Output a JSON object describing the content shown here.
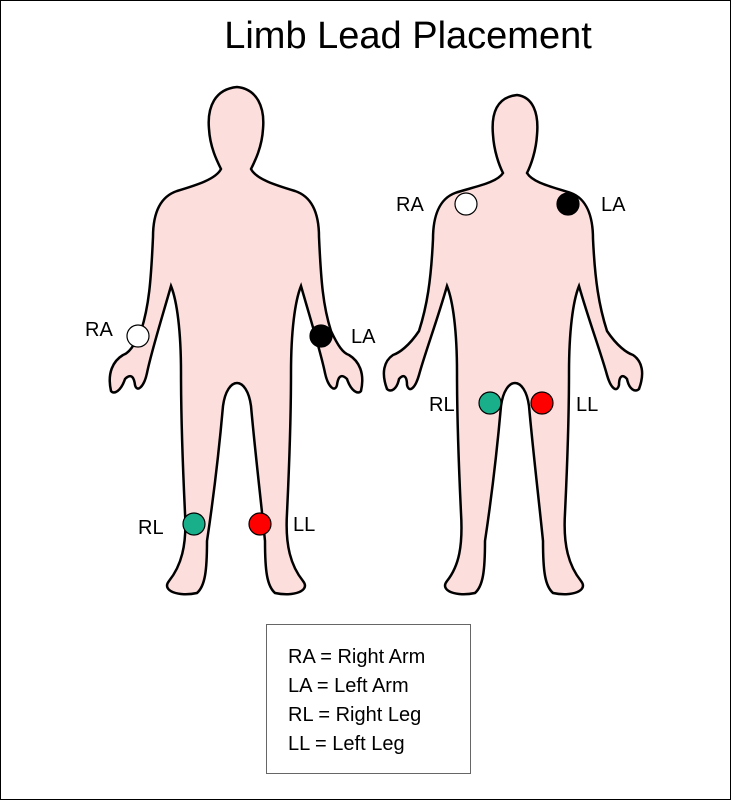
{
  "title": "Limb Lead Placement",
  "colors": {
    "skin": "#fcdedd",
    "outline": "#000000",
    "ra": "#ffffff",
    "la": "#000000",
    "rl": "#1aaf8b",
    "ll": "#ff0000"
  },
  "figure_front": {
    "ra_label": "RA",
    "la_label": "LA",
    "rl_label": "RL",
    "ll_label": "LL"
  },
  "figure_torso": {
    "ra_label": "RA",
    "la_label": "LA",
    "rl_label": "RL",
    "ll_label": "LL"
  },
  "legend": {
    "items": [
      "RA = Right Arm",
      "LA = Left Arm",
      "RL = Right Leg",
      "LL = Left Leg"
    ]
  }
}
